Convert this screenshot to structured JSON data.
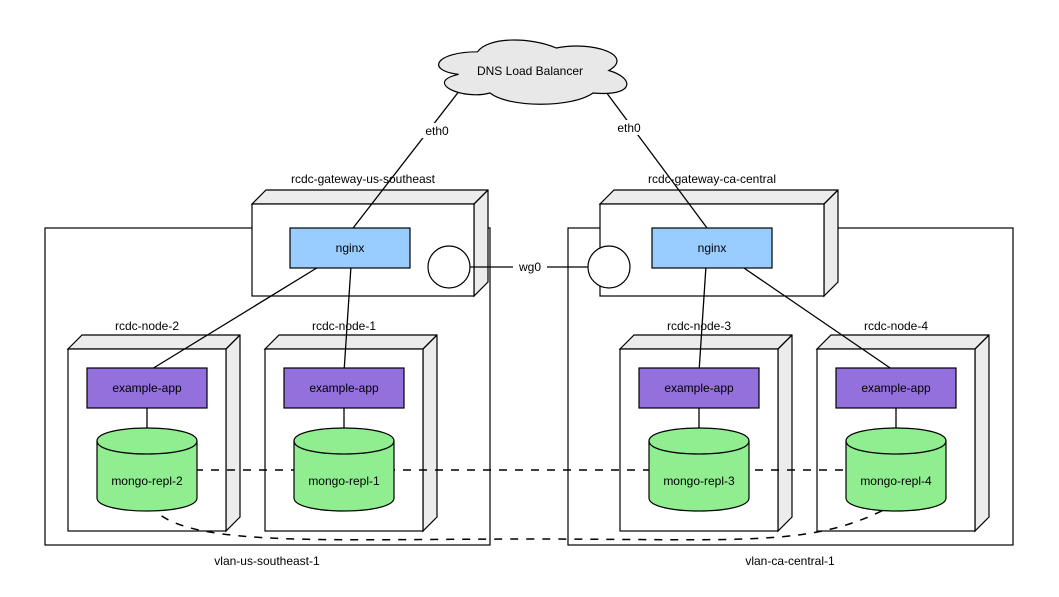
{
  "cloud": {
    "label": "DNS Load Balancer"
  },
  "interfaces": {
    "eth0_left": "eth0",
    "eth0_right": "eth0",
    "wg0": "wg0"
  },
  "gateways": [
    {
      "name": "rcdc-gateway-us-southeast",
      "service": "nginx"
    },
    {
      "name": "rcdc-gateway-ca-central",
      "service": "nginx"
    }
  ],
  "vlans": [
    {
      "name": "vlan-us-southeast-1"
    },
    {
      "name": "vlan-ca-central-1"
    }
  ],
  "nodes": [
    {
      "name": "rcdc-node-2",
      "app": "example-app",
      "db": "mongo-repl-2"
    },
    {
      "name": "rcdc-node-1",
      "app": "example-app",
      "db": "mongo-repl-1"
    },
    {
      "name": "rcdc-node-3",
      "app": "example-app",
      "db": "mongo-repl-3"
    },
    {
      "name": "rcdc-node-4",
      "app": "example-app",
      "db": "mongo-repl-4"
    }
  ],
  "colors": {
    "nginx_fill": "#99ccff",
    "app_fill": "#9370db",
    "db_fill": "#90ee90",
    "cloud_fill": "#e8e8e8",
    "box_side_fill": "#ececec",
    "stroke": "#000000",
    "background": "#ffffff"
  }
}
